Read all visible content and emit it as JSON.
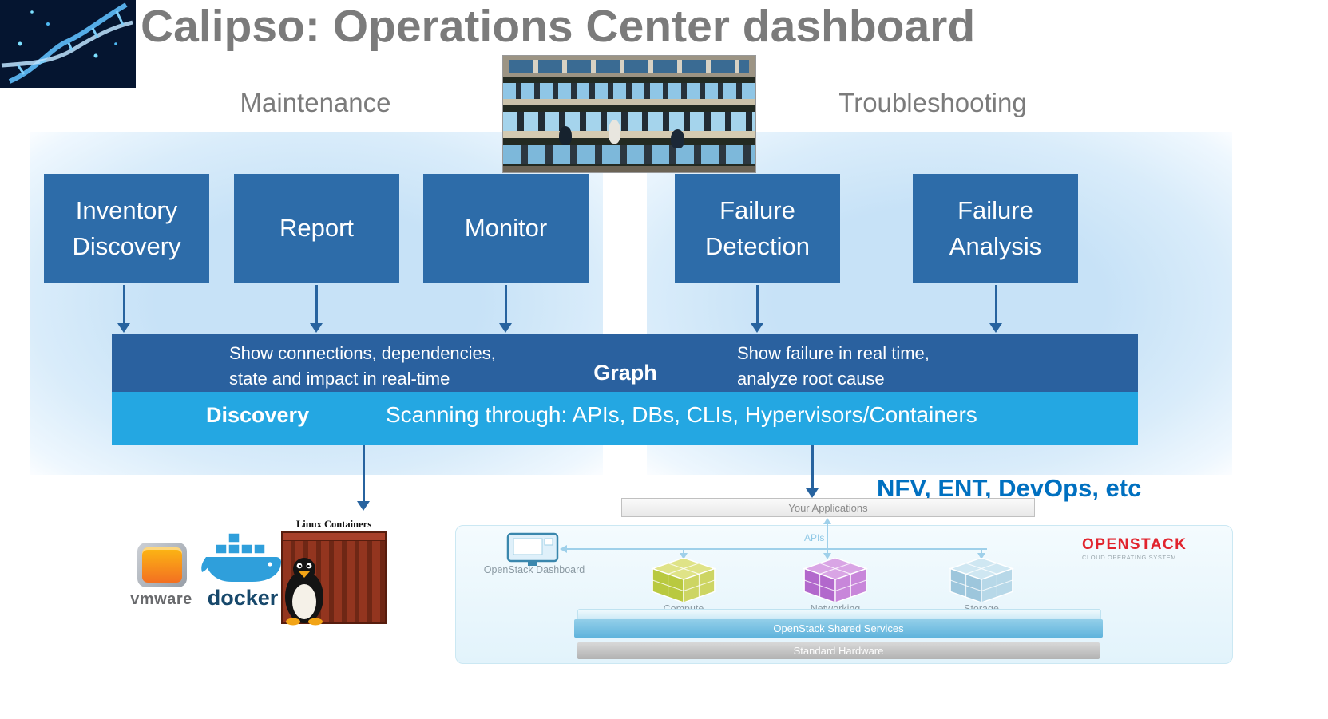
{
  "slide": {
    "title": "Calipso: Operations Center dashboard",
    "maintenance_label": "Maintenance",
    "troubleshooting_label": "Troubleshooting",
    "nfv_label": "NFV, ENT, DevOps, etc"
  },
  "boxes": [
    {
      "label": "Inventory Discovery"
    },
    {
      "label": "Report"
    },
    {
      "label": "Monitor"
    },
    {
      "label": "Failure Detection"
    },
    {
      "label": "Failure Analysis"
    }
  ],
  "graph_bar": {
    "left_lines": [
      "Show connections, dependencies,",
      "state and impact in real-time"
    ],
    "center_label": "Graph",
    "right_lines": [
      "Show failure in real time,",
      "analyze root cause"
    ]
  },
  "discovery_bar": {
    "label": "Discovery",
    "text": "Scanning through: APIs, DBs, CLIs, Hypervisors/Containers"
  },
  "logos": {
    "vmware_label": "vmware",
    "docker_label": "docker",
    "linux_containers_label": "Linux Containers"
  },
  "openstack": {
    "your_applications": "Your Applications",
    "apis_label": "APIs",
    "dashboard_label": "OpenStack Dashboard",
    "components": [
      {
        "label": "Compute"
      },
      {
        "label": "Networking"
      },
      {
        "label": "Storage"
      }
    ],
    "shared_services": "OpenStack Shared Services",
    "standard_hardware": "Standard Hardware",
    "logo_title": "OPENSTACK",
    "logo_subtitle": "CLOUD OPERATING SYSTEM"
  },
  "colors": {
    "box_blue": "#2d6ca9",
    "bar_dark_blue": "#2a619f",
    "bar_light_blue": "#24a7e2",
    "accent_blue": "#0070c0",
    "title_gray": "#7b7b7b",
    "openstack_red": "#e1242e"
  }
}
